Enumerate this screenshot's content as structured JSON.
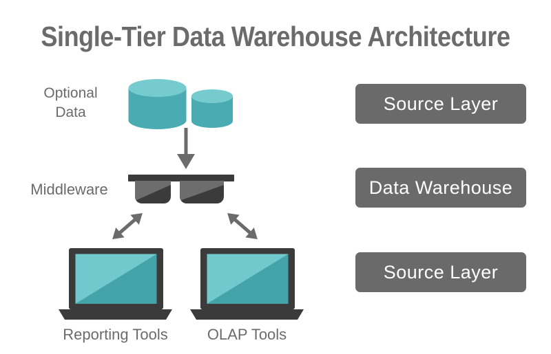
{
  "title": "Single-Tier Data Warehouse Architecture",
  "labels": {
    "optional_data": "Optional Data",
    "middleware": "Middleware",
    "reporting_tools": "Reporting Tools",
    "olap_tools": "OLAP Tools"
  },
  "layers": [
    {
      "label": "Source Layer"
    },
    {
      "label": "Data Warehouse"
    },
    {
      "label": "Source Layer"
    }
  ],
  "icons": {
    "database": "database-icon",
    "down_arrow": "down-arrow-icon",
    "sunglasses": "sunglasses-icon",
    "double_arrow": "double-arrow-icon",
    "laptop": "laptop-icon"
  },
  "colors": {
    "background": "#ffffff",
    "text-gray": "#6b6b6b",
    "box-gray": "#6a6a6a",
    "dark": "#3b3b3b",
    "teal": "#4aacb2",
    "teal-light": "#76cbce",
    "screen-light": "#72c9cd",
    "screen-dark": "#43a3a8",
    "lens-highlight": "#6d6d6d"
  }
}
